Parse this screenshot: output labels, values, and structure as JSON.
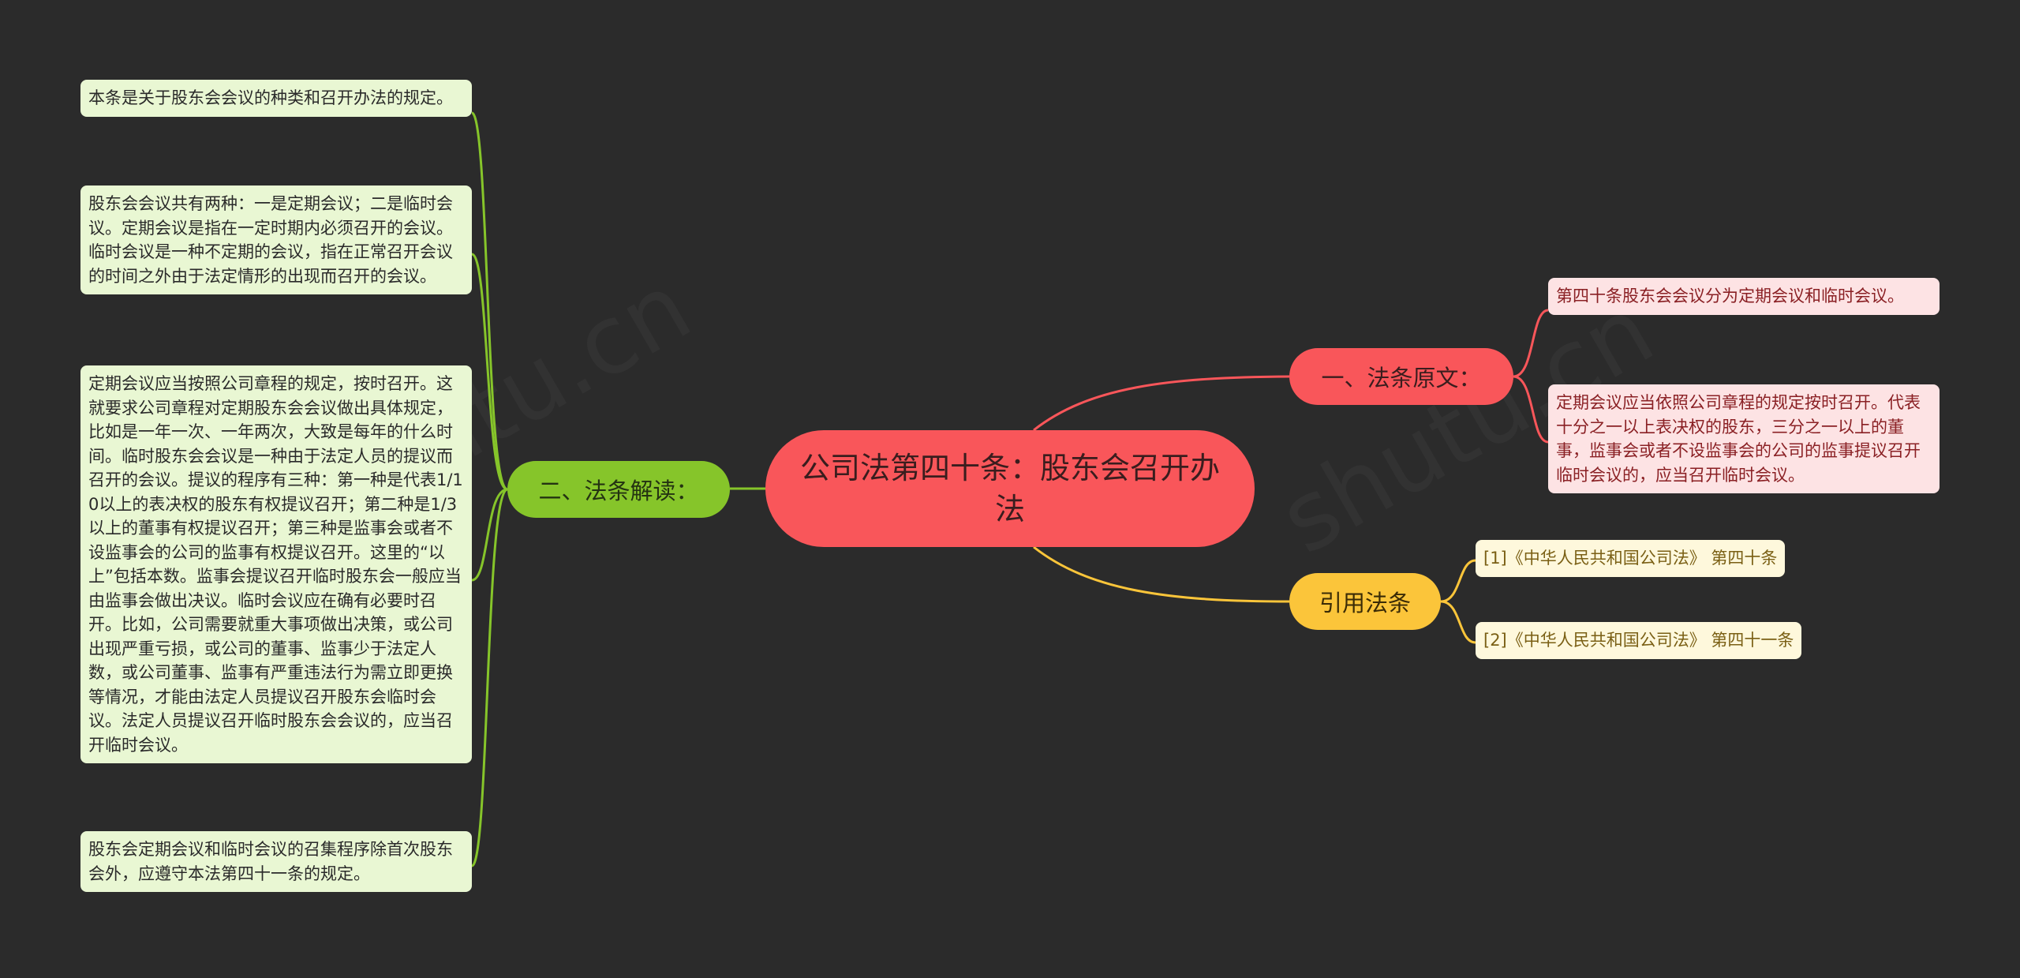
{
  "center": {
    "title": "公司法第四十条：股东会召开办法"
  },
  "colors": {
    "background": "#2b2b2b",
    "center": "#f9565a",
    "green": "#86c52a",
    "red": "#f9565a",
    "yellow": "#fbc53a"
  },
  "branches": {
    "original": {
      "label": "一、法条原文：",
      "items": [
        "第四十条股东会会议分为定期会议和临时会议。",
        "定期会议应当依照公司章程的规定按时召开。代表十分之一以上表决权的股东，三分之一以上的董事，监事会或者不设监事会的公司的监事提议召开临时会议的，应当召开临时会议。"
      ]
    },
    "citations": {
      "label": "引用法条",
      "items": [
        "[1]《中华人民共和国公司法》 第四十条",
        "[2]《中华人民共和国公司法》 第四十一条"
      ]
    },
    "interpretation": {
      "label": "二、法条解读：",
      "items": [
        "本条是关于股东会会议的种类和召开办法的规定。",
        "股东会会议共有两种：一是定期会议；二是临时会议。定期会议是指在一定时期内必须召开的会议。临时会议是一种不定期的会议，指在正常召开会议的时间之外由于法定情形的出现而召开的会议。",
        "定期会议应当按照公司章程的规定，按时召开。这就要求公司章程对定期股东会会议做出具体规定，比如是一年一次、一年两次，大致是每年的什么时间。临时股东会会议是一种由于法定人员的提议而召开的会议。提议的程序有三种：第一种是代表1/10以上的表决权的股东有权提议召开；第二种是1/3以上的董事有权提议召开；第三种是监事会或者不设监事会的公司的监事有权提议召开。这里的“以上”包括本数。监事会提议召开临时股东会一般应当由监事会做出决议。临时会议应在确有必要时召开。比如，公司需要就重大事项做出决策，或公司出现严重亏损，或公司的董事、监事少于法定人数，或公司董事、监事有严重违法行为需立即更换等情况，才能由法定人员提议召开股东会临时会议。法定人员提议召开临时股东会会议的，应当召开临时会议。",
        "股东会定期会议和临时会议的召集程序除首次股东会外，应遵守本法第四十一条的规定。"
      ]
    }
  }
}
